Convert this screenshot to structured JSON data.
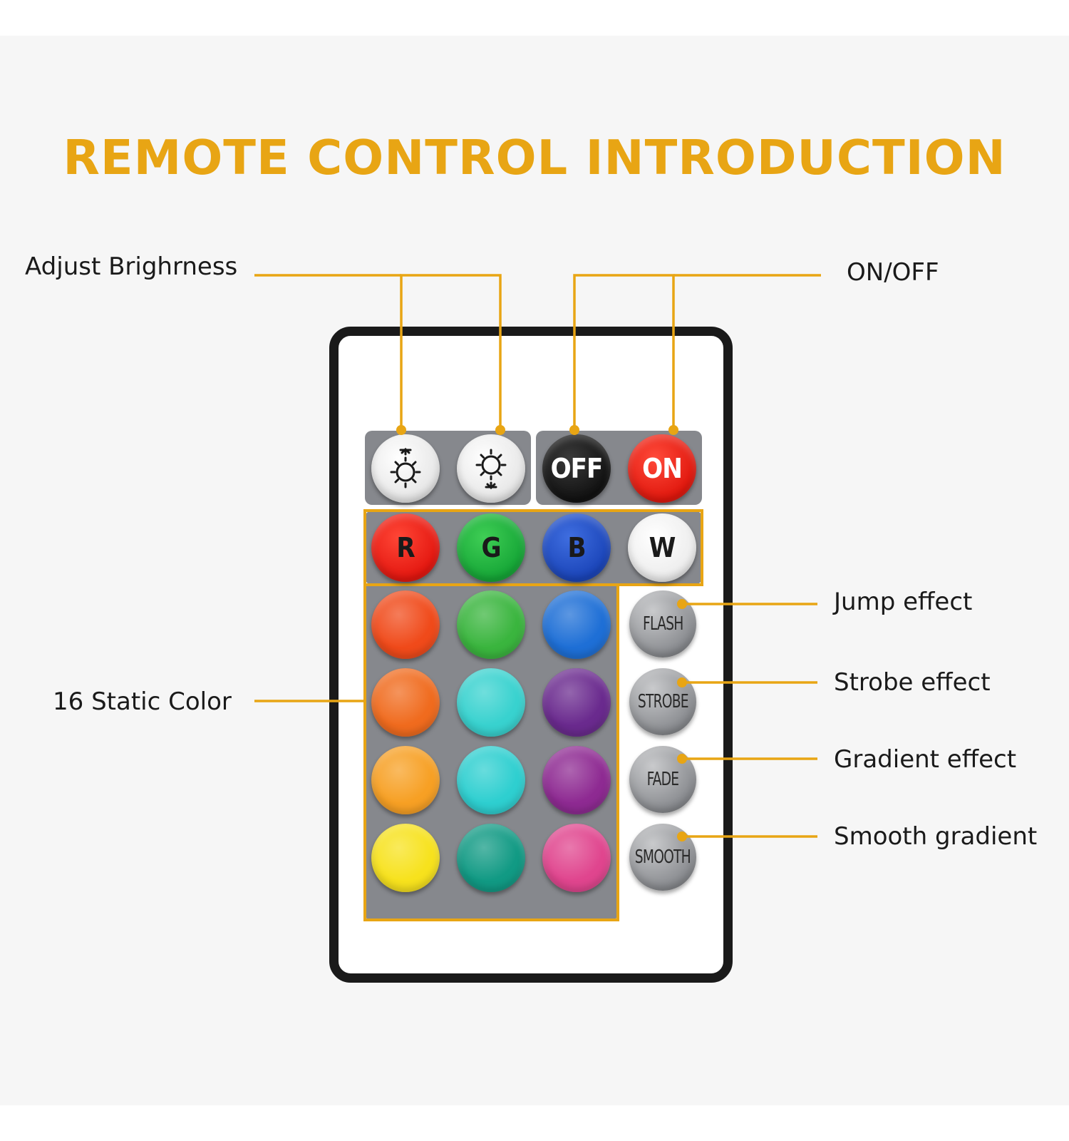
{
  "title": "REMOTE CONTROL INTRODUCTION",
  "callouts": {
    "brightness": "Adjust Brighrness",
    "power": "ON/OFF",
    "static_color": "16 Static Color",
    "jump": "Jump effect",
    "strobe": "Strobe effect",
    "gradient": "Gradient effect",
    "smooth": "Smooth gradient"
  },
  "buttons": {
    "off": "OFF",
    "on": "ON",
    "red": "R",
    "green": "G",
    "blue": "B",
    "white": "W",
    "flash": "FLASH",
    "strobe": "STROBE",
    "fade": "FADE",
    "smooth": "SMOOTH"
  },
  "colors": {
    "accent": "#e8a514",
    "static_grid": [
      "#f04a1a",
      "#3ab53e",
      "#1e6fd6",
      "#f06b1e",
      "#38d2cf",
      "#6a2a8e",
      "#f7a024",
      "#2ecfd0",
      "#8e2a92",
      "#f7e21d",
      "#119a84",
      "#e0458e"
    ]
  }
}
